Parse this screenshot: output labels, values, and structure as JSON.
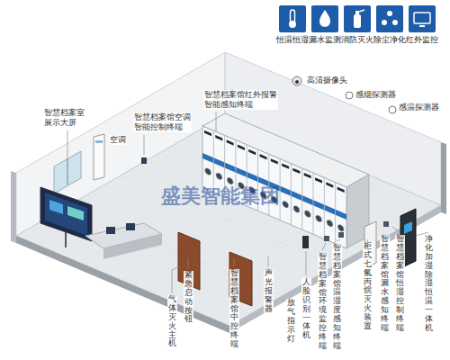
{
  "diagram": {
    "nodes": [
      {
        "text": [
          "恒温恒湿"
        ]
      },
      {
        "text": [
          "漏水监测"
        ]
      },
      {
        "text": [
          "消防灭火"
        ]
      },
      {
        "text": [
          "除尘净化"
        ]
      },
      {
        "text": [
          "红外监控"
        ]
      }
    ],
    "labels": [
      "智慧档案室展示大屏",
      "空调",
      "智慧档案馆空调智能控制终端",
      "智慧档案馆红外报警智能感知终端",
      "高清摄像头",
      "感烟探测器",
      "感温探测器",
      "盛美智能集团",
      "气体灭火主机",
      "紧急启动按钮",
      "智慧档案馆中控终端",
      "声光报警器",
      "放气指示灯",
      "人脸识别一体机",
      "智慧档案馆环境监控终端",
      "智慧档案馆温湿度感知终端",
      "柜式七氟丙烷灭火装置",
      "智慧档案馆漏水感知终端",
      "智慧档案馆恒湿控制终端",
      "净化加湿除湿恒温一体机"
    ]
  }
}
